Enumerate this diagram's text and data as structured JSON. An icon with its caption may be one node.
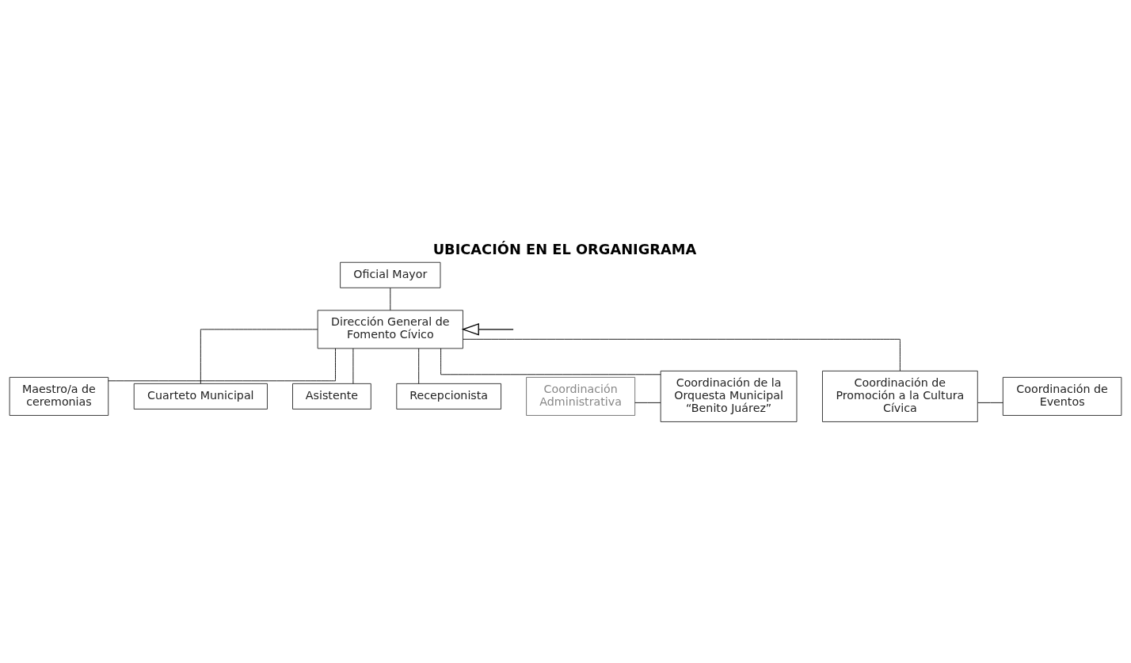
{
  "diagram": {
    "title": "UBICACIÓN EN EL ORGANIGRAMA",
    "nodes": [
      {
        "text": [
          "Oficial Mayor"
        ]
      },
      {
        "text": [
          "Dirección General de Fomento Cívico"
        ]
      },
      {
        "text": [
          "Maestro/a de ceremonias"
        ]
      },
      {
        "text": [
          "Cuarteto Municipal"
        ]
      },
      {
        "text": [
          "Asistente"
        ]
      },
      {
        "text": [
          "Recepcionista"
        ]
      },
      {
        "text": [
          "Coordinación Administrativa"
        ]
      },
      {
        "text": [
          "Coordinación de la Orquesta Municipal “Benito Juárez”"
        ]
      },
      {
        "text": [
          "Coordinación de Promoción a la Cultura Cívica"
        ]
      },
      {
        "text": [
          "Coordinación de Eventos"
        ]
      }
    ],
    "edges": [
      {
        "from": 0,
        "to": 1,
        "arrow": "none"
      },
      {
        "from": 1,
        "to": 2,
        "arrow": "none"
      },
      {
        "from": 1,
        "to": 3,
        "arrow": "none"
      },
      {
        "from": 1,
        "to": 4,
        "arrow": "none"
      },
      {
        "from": 1,
        "to": 5,
        "arrow": "none"
      },
      {
        "from": 1,
        "to": 7,
        "arrow": "none"
      },
      {
        "from": 1,
        "to": 8,
        "arrow": "none"
      },
      {
        "from": 7,
        "to": 6,
        "arrow": "none"
      },
      {
        "from": 8,
        "to": 9,
        "arrow": "none"
      },
      {
        "from": null,
        "to": 1,
        "arrow": "to"
      }
    ]
  }
}
